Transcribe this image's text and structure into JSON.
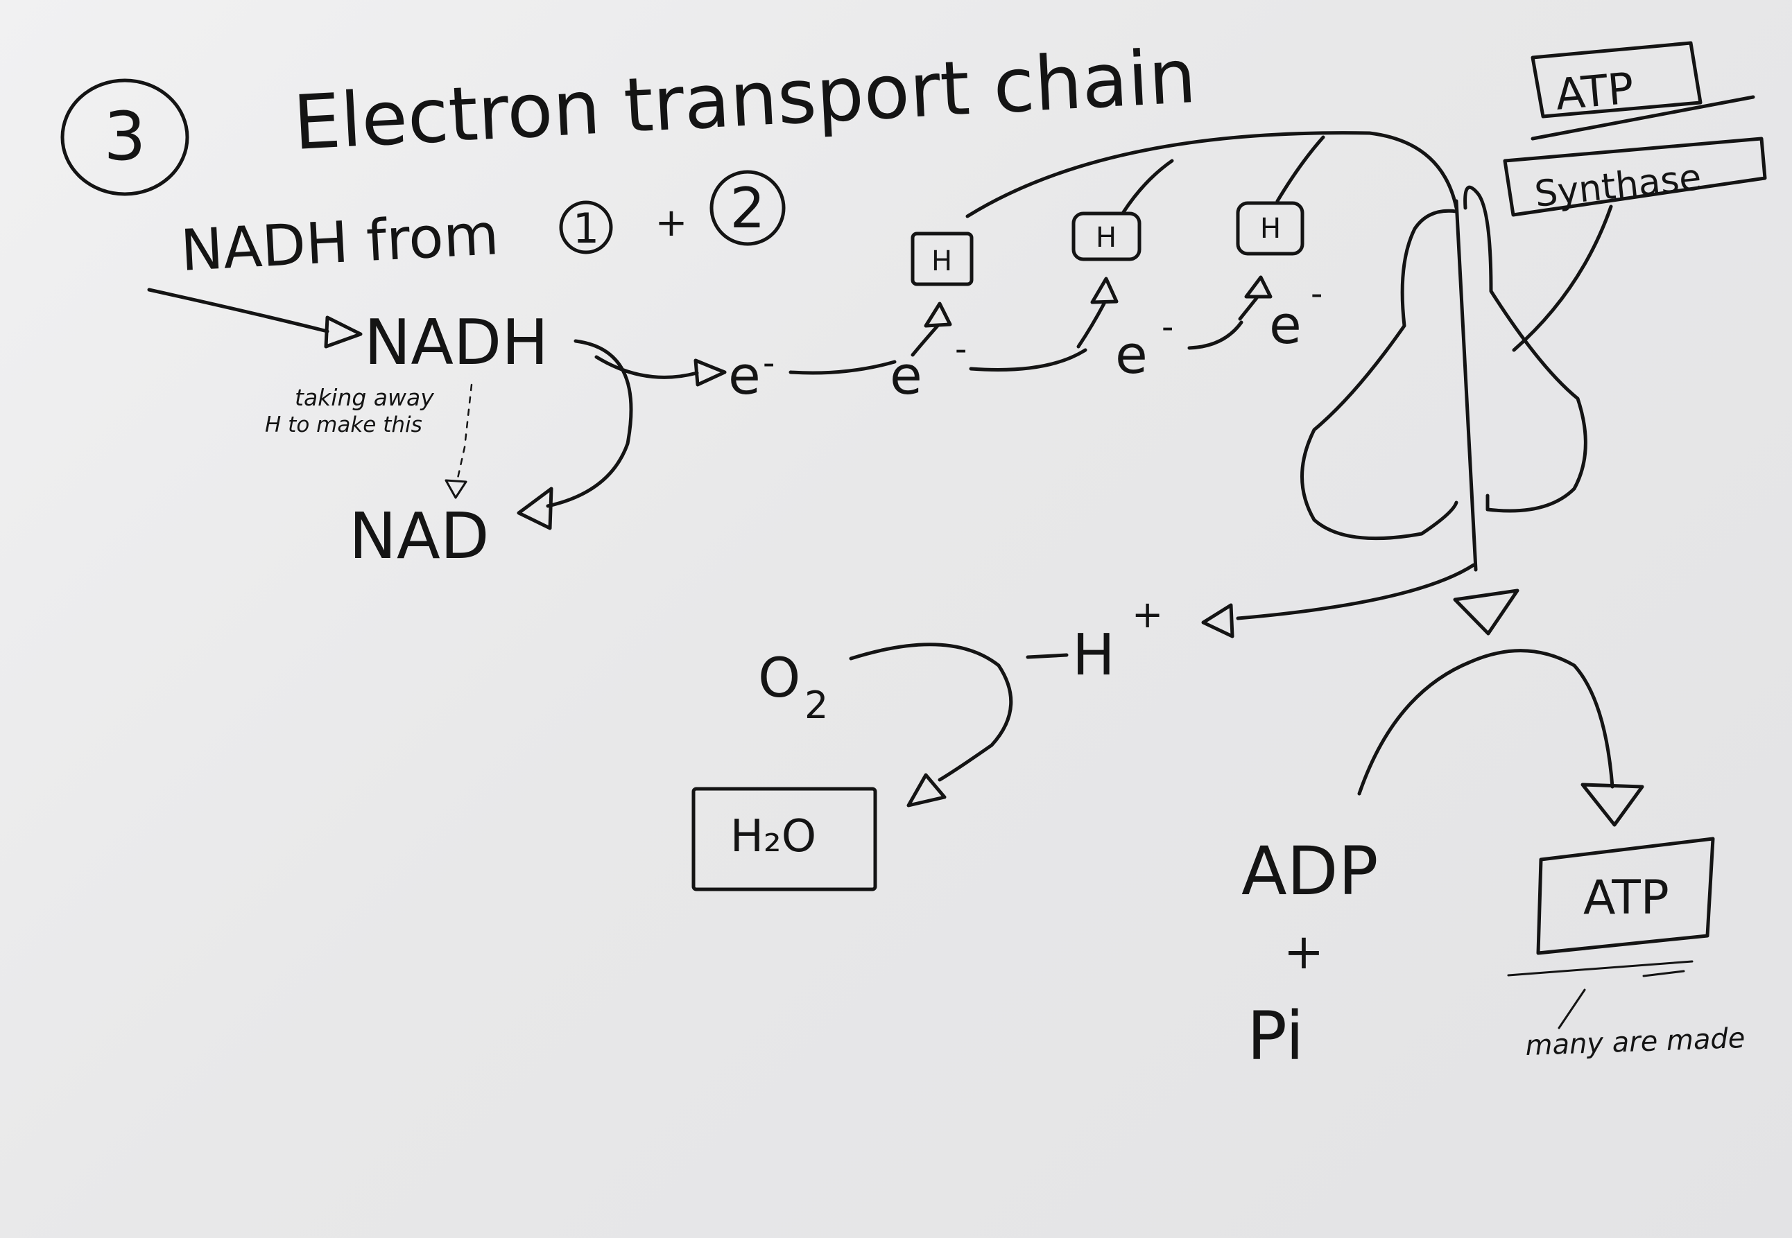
{
  "diagram": {
    "step_number": "3",
    "title": "Electron transport chain",
    "source": {
      "text": "NADH from",
      "ref1": "1",
      "plus": "+",
      "ref2": "2"
    },
    "nadh": "NADH",
    "nadh_note_line1": "taking away",
    "nadh_note_line2": "H to make this",
    "nad": "NAD",
    "electron": "e",
    "electron_charge": "-",
    "hydrogen_label": "H",
    "atp_synthase_line1": "ATP",
    "atp_synthase_line2": "Synthase",
    "h_ion": "H",
    "h_ion_charge": "+",
    "o2": "O",
    "o2_subscript": "2",
    "water": "H₂O",
    "adp": "ADP",
    "plus": "+",
    "pi": "Pi",
    "atp_product": "ATP",
    "atp_note": "many are made"
  }
}
